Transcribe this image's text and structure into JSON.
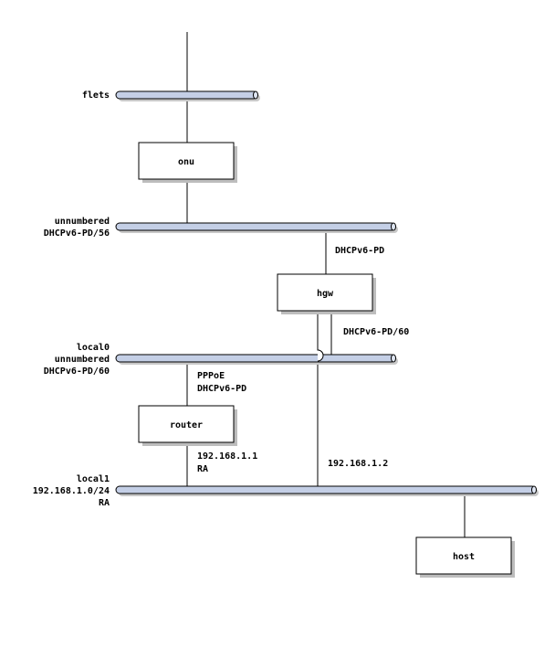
{
  "colors": {
    "network_bar": "#c4cfe6",
    "node_fill": "#ffffff",
    "shadow": "#bdbdbd",
    "line": "#000000"
  },
  "networks": {
    "flets": {
      "labels": [
        "flets"
      ]
    },
    "unnumbered": {
      "labels": [
        "unnumbered",
        "DHCPv6-PD/56"
      ]
    },
    "local0": {
      "labels": [
        "local0",
        "unnumbered",
        "DHCPv6-PD/60"
      ]
    },
    "local1": {
      "labels": [
        "local1",
        "192.168.1.0/24",
        "RA"
      ]
    }
  },
  "nodes": {
    "onu": "onu",
    "hgw": "hgw",
    "router": "router",
    "host": "host"
  },
  "edge_labels": {
    "hgw_up": [
      "DHCPv6-PD"
    ],
    "hgw_down": [
      "DHCPv6-PD/60"
    ],
    "router_up": [
      "PPPoE",
      "DHCPv6-PD"
    ],
    "router_down": [
      "192.168.1.1",
      "RA"
    ],
    "hgw_local1": [
      "192.168.1.2"
    ]
  }
}
